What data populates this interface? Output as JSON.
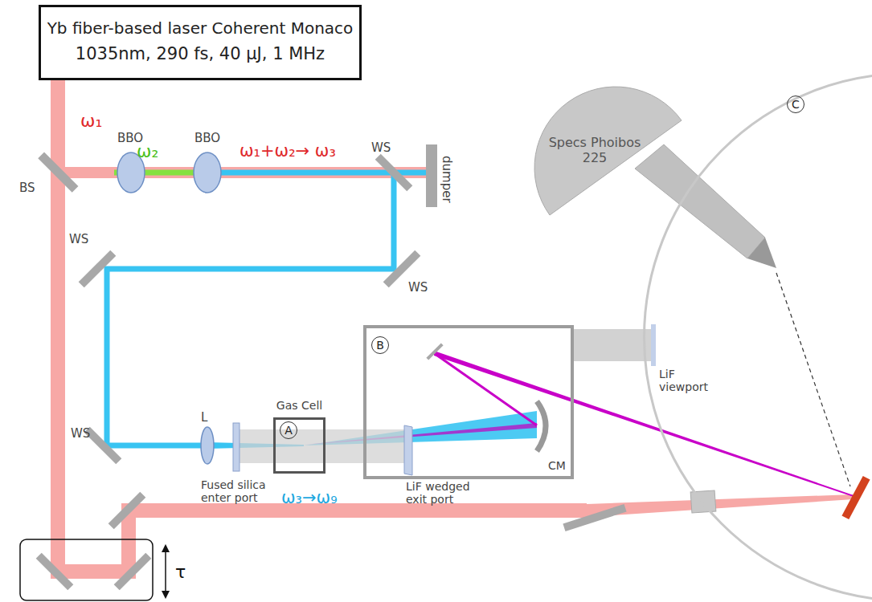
{
  "diagram": {
    "nodes": [
      {
        "text": [
          "Yb fiber-based laser Coherent Monaco",
          "1035nm, 290 fs, 40 µJ, 1 MHz"
        ]
      },
      {
        "text": [
          "Specs Phoibos 225"
        ]
      },
      {
        "text": [
          "Gas Cell",
          "A"
        ]
      },
      {
        "text": [
          "B"
        ]
      },
      {
        "text": [
          "C"
        ]
      }
    ],
    "labels": [
      "ω₁",
      "BS",
      "BBO",
      "ω₂",
      "BBO",
      "ω₁+ω₂→ ω₃",
      "WS",
      "dumper",
      "WS",
      "WS",
      "WS",
      "L",
      "Fused silica enter port",
      "ω₃→ω₉",
      "LiF wedged exit port",
      "CM",
      "LiF viewport",
      "τ"
    ]
  }
}
